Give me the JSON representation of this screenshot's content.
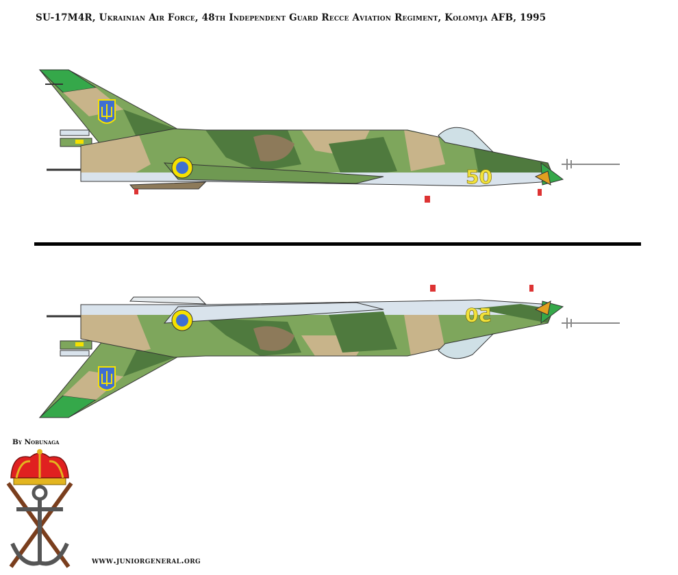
{
  "title": "SU-17M4R, Ukrainian Air Force, 48th Independent Guard Recce Aviation Regiment, Kolomyja AFB, 1995",
  "aircraft": {
    "tail_number": "50",
    "colors": {
      "light_green": "#7ea65c",
      "dark_green": "#4f7a3e",
      "tan": "#c8b48a",
      "brown": "#8d7a5a",
      "underside": "#d9e3ec",
      "wingtip_green": "#35a84a",
      "roundel_yellow": "#f5e100",
      "roundel_blue": "#3f6fd1",
      "number_yellow": "#f2e23a"
    }
  },
  "credit": "By Nobunaga",
  "website": "www.juniorgeneral.org"
}
